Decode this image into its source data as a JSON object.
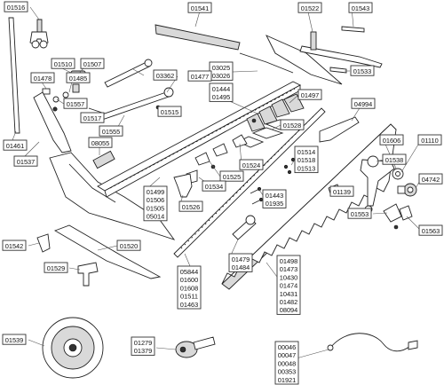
{
  "diagram": {
    "background_color": "#ffffff",
    "line_color": "#222222",
    "labels": {
      "l01516": [
        "01516"
      ],
      "l01541": [
        "01541"
      ],
      "l01522": [
        "01522"
      ],
      "l01543": [
        "01543"
      ],
      "l01510": [
        "01510"
      ],
      "l01507": [
        "01507"
      ],
      "l01478": [
        "01478"
      ],
      "l01485": [
        "01485"
      ],
      "l03362": [
        "03362"
      ],
      "l01533": [
        "01533"
      ],
      "l03025": [
        "03025",
        "03026"
      ],
      "l01477": [
        "01477"
      ],
      "l01444": [
        "01444",
        "01495"
      ],
      "l01497": [
        "01497"
      ],
      "l01557": [
        "01557"
      ],
      "l01517": [
        "01517"
      ],
      "l01515": [
        "01515"
      ],
      "l01555": [
        "01555"
      ],
      "l01528": [
        "01528"
      ],
      "l04994": [
        "04994"
      ],
      "l01461": [
        "01461"
      ],
      "l08055": [
        "08055"
      ],
      "l01606": [
        "01606"
      ],
      "l01110": [
        "01110"
      ],
      "l01537": [
        "01537"
      ],
      "l01524": [
        "01524"
      ],
      "l01514": [
        "01514",
        "01518",
        "01513"
      ],
      "l01538": [
        "01538"
      ],
      "l01525": [
        "01525"
      ],
      "l01534": [
        "01534"
      ],
      "l04742": [
        "04742"
      ],
      "l01499": [
        "01499",
        "01506",
        "01505",
        "05014"
      ],
      "l01443": [
        "01443",
        "01935"
      ],
      "l01139": [
        "01139"
      ],
      "l01526": [
        "01526"
      ],
      "l01553": [
        "01553"
      ],
      "l01563": [
        "01563"
      ],
      "l01542": [
        "01542"
      ],
      "l01520": [
        "01520"
      ],
      "l01479": [
        "01479",
        "01484"
      ],
      "l01529": [
        "01529"
      ],
      "l05844": [
        "05844",
        "01600",
        "01608",
        "01511",
        "01463"
      ],
      "l01498": [
        "01498",
        "01473",
        "10430",
        "01474",
        "10431",
        "01482",
        "08094"
      ],
      "l01539": [
        "01539"
      ],
      "l01279": [
        "01279",
        "01379"
      ],
      "l00046": [
        "00046",
        "00047",
        "00048",
        "00353",
        "01921"
      ]
    }
  }
}
